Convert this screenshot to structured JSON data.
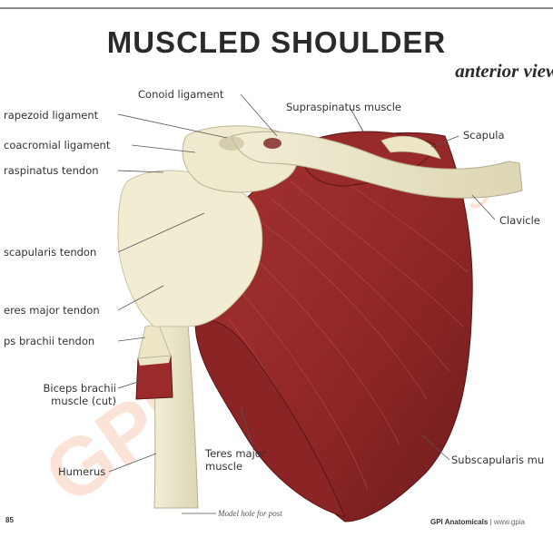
{
  "poster": {
    "title": "MUSCLED SHOULDER",
    "subtitle": "anterior view"
  },
  "labels": {
    "trapezoid_ligament": "rapezoid ligament",
    "coracoacromial_ligament": "coacromial ligament",
    "supraspinatus_tendon": "raspinatus tendon",
    "subscapularis_tendon": "scapularis tendon",
    "teres_major_tendon": "eres major tendon",
    "biceps_brachii_tendon": "ps brachii tendon",
    "biceps_brachii_muscle": "Biceps brachii",
    "biceps_brachii_muscle_cut": "muscle (cut)",
    "humerus": "Humerus",
    "conoid_ligament": "Conoid ligament",
    "supraspinatus_muscle": "Supraspinatus muscle",
    "scapula": "Scapula",
    "clavicle": "Clavicle",
    "teres_major_muscle_line1": "Teres major",
    "teres_major_muscle_line2": "muscle",
    "subscapularis_muscle": "Subscapularis mu"
  },
  "footer": {
    "model_hole_note": "Model hole for post",
    "brand": "GPI Anatomicals",
    "brand_url": "| www.gpia",
    "code": "85"
  },
  "colors": {
    "muscle": "#9b2b2b",
    "muscle_dark": "#6e1c1c",
    "bone": "#ebe6c8",
    "watermark": "#f2b38c"
  }
}
